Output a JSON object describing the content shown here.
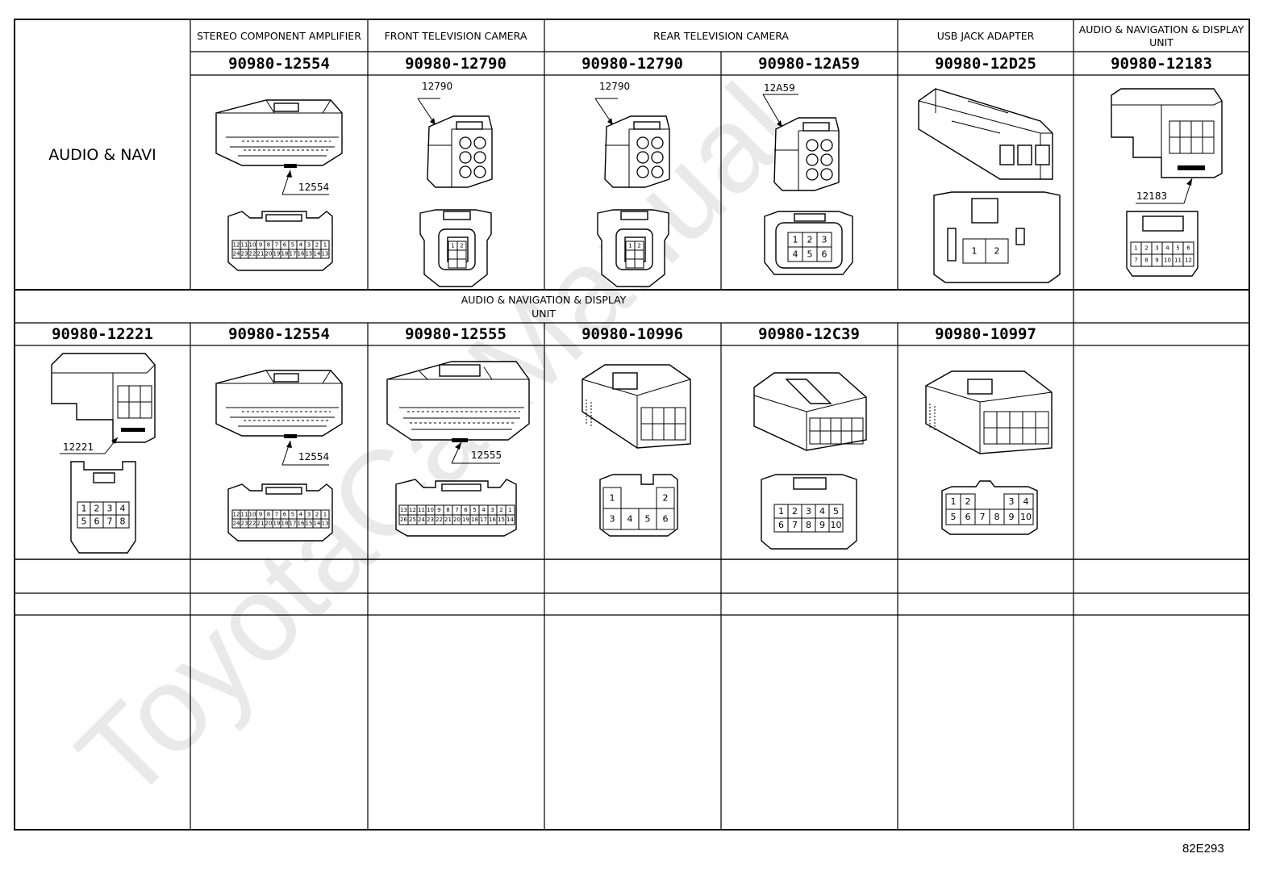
{
  "watermark": "ToyotaCarManual",
  "section_label": "AUDIO & NAVI",
  "row1": {
    "columns": [
      {
        "header": "STEREO COMPONENT AMPLIFIER",
        "part": "90980-12554",
        "callout": "12554"
      },
      {
        "header": "FRONT TELEVISION CAMERA",
        "part": "90980-12790",
        "callout": "12790"
      },
      {
        "header": "REAR TELEVISION CAMERA",
        "part": "90980-12790",
        "callout": "12790"
      },
      {
        "header": "",
        "part": "90980-12A59",
        "callout": "12A59"
      },
      {
        "header": "USB JACK ADAPTER",
        "part": "90980-12D25",
        "callout": ""
      },
      {
        "header_line1": "AUDIO & NAVIGATION & DISPLAY",
        "header_line2": "UNIT",
        "part": "90980-12183",
        "callout": "12183"
      }
    ]
  },
  "row2": {
    "header_line1": "AUDIO & NAVIGATION & DISPLAY",
    "header_line2": "UNIT",
    "columns": [
      {
        "part": "90980-12221",
        "callout": "12221"
      },
      {
        "part": "90980-12554",
        "callout": "12554"
      },
      {
        "part": "90980-12555",
        "callout": "12555"
      },
      {
        "part": "90980-10996",
        "callout": ""
      },
      {
        "part": "90980-12C39",
        "callout": ""
      },
      {
        "part": "90980-10997",
        "callout": ""
      }
    ]
  },
  "pins": {
    "p2": [
      "1",
      "2"
    ],
    "p6": [
      "1",
      "2",
      "3",
      "4",
      "5",
      "6"
    ],
    "p8": [
      "1",
      "2",
      "3",
      "4",
      "5",
      "6",
      "7",
      "8"
    ],
    "p10": [
      "1",
      "2",
      "3",
      "4",
      "5",
      "6",
      "7",
      "8",
      "9",
      "10"
    ],
    "p12": [
      "1",
      "2",
      "3",
      "4",
      "5",
      "6",
      "7",
      "8",
      "9",
      "10",
      "11",
      "12"
    ],
    "p12554_top": [
      "12",
      "11",
      "10",
      "9",
      "8",
      "7",
      "6",
      "5",
      "4",
      "3",
      "2",
      "1"
    ],
    "p12554_bot": [
      "24",
      "23",
      "22",
      "21",
      "20",
      "19",
      "18",
      "17",
      "16",
      "15",
      "14",
      "13"
    ],
    "p12555_top": [
      "13",
      "12",
      "11",
      "10",
      "9",
      "8",
      "7",
      "6",
      "5",
      "4",
      "3",
      "2",
      "1"
    ],
    "p12555_bot": [
      "26",
      "25",
      "24",
      "23",
      "22",
      "21",
      "20",
      "19",
      "18",
      "17",
      "16",
      "15",
      "14"
    ]
  },
  "figure_code": "82E293"
}
